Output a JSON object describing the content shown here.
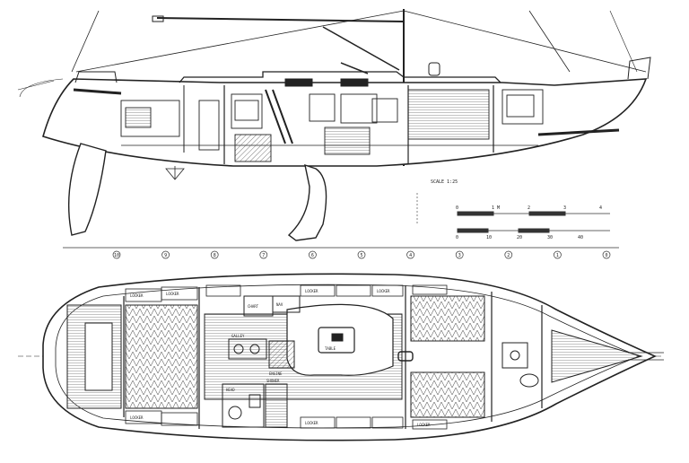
{
  "drawing": {
    "stations": [
      "10",
      "9",
      "8",
      "7",
      "6",
      "5",
      "4",
      "3",
      "2",
      "1",
      "0"
    ],
    "scale": {
      "upper_ticks": [
        "0",
        "1 M",
        "2",
        "3",
        "4"
      ],
      "lower_ticks": [
        "0",
        "10",
        "20",
        "30",
        "40"
      ]
    },
    "profile_note": "SCALE 1:25",
    "plan_labels": {
      "locker": "LOCKER",
      "engine": "ENGINE",
      "chart": "CHART",
      "nav": "NAV",
      "shower": "SHOWER",
      "head": "HEAD",
      "table": "TABLE",
      "galley": "GALLEY"
    }
  }
}
